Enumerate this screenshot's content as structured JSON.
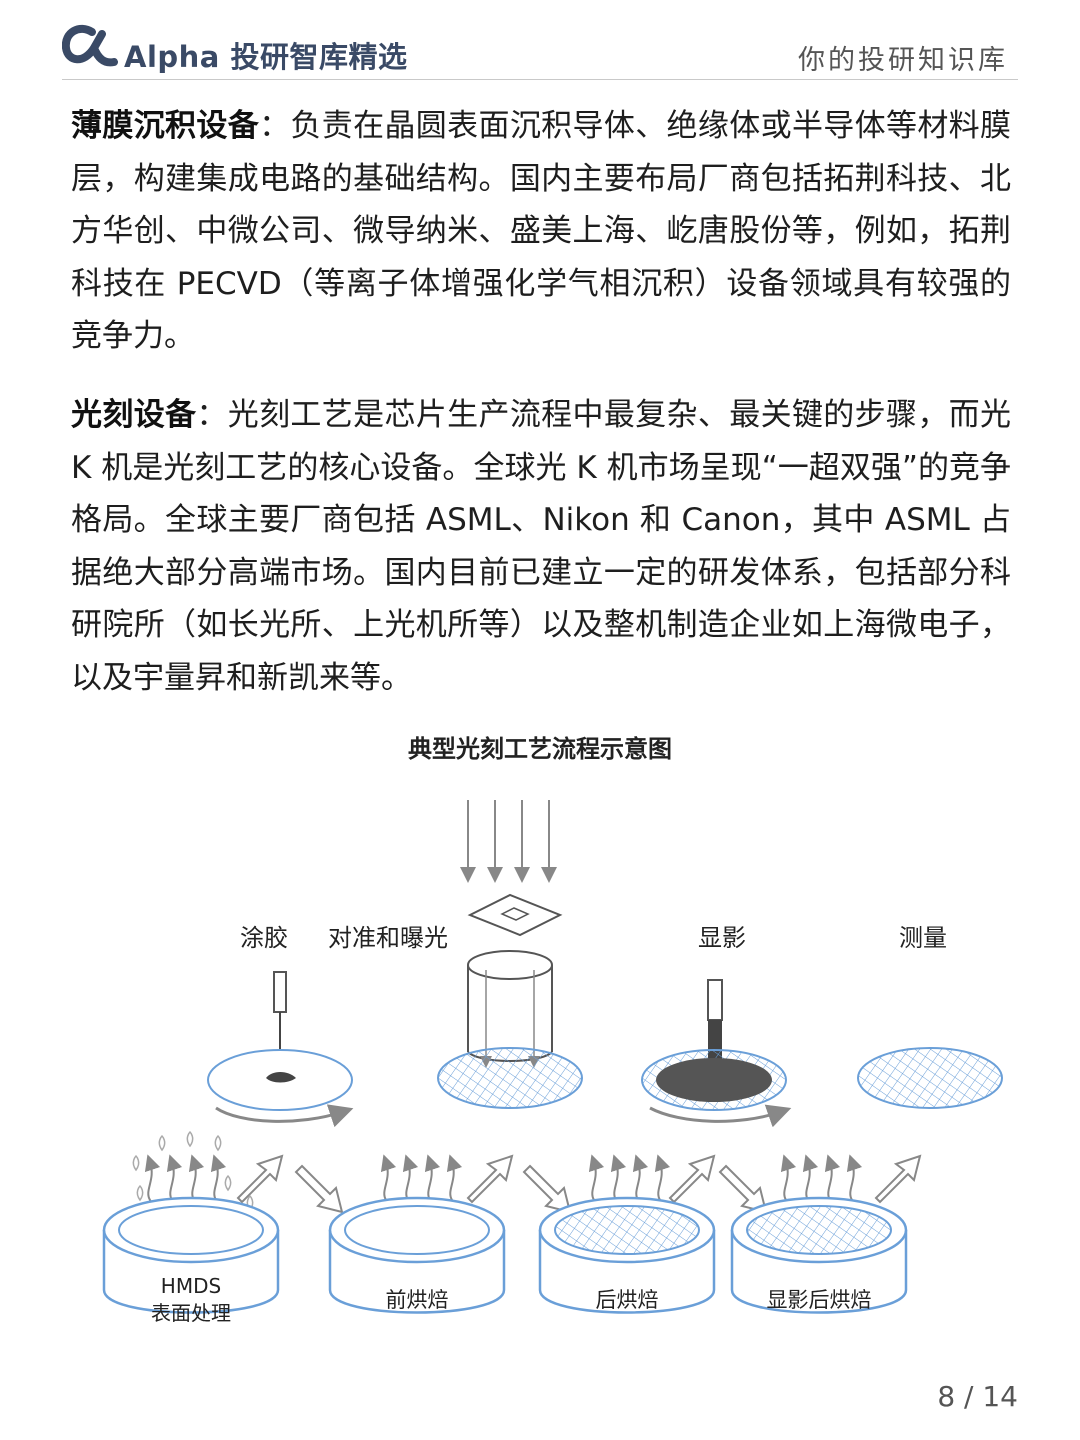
{
  "header": {
    "brand": "Alpha 投研智库精选",
    "tagline": "你的投研知识库",
    "logo_icon": "alpha-logo-icon",
    "accent": "#3a4a66"
  },
  "paragraphs": {
    "p1": {
      "heading": "薄膜沉积设备",
      "body": "：负责在晶圆表面沉积导体、绝缘体或半导体等材料膜层，构建集成电路的基础结构。国内主要布局厂商包括拓荆科技、北方华创、中微公司、微导纳米、盛美上海、屹唐股份等，例如，拓荆科技在 PECVD（等离子体增强化学气相沉积）设备领域具有较强的竞争力。"
    },
    "p2": {
      "heading": "光刻设备",
      "body": "：光刻工艺是芯片生产流程中最复杂、最关键的步骤，而光 K 机是光刻工艺的核心设备。全球光 K 机市场呈现“一超双强”的竞争格局。全球主要厂商包括 ASML、Nikon 和 Canon，其中 ASML 占据绝大部分高端市场。国内目前已建立一定的研发体系，包括部分科研院所（如长光所、上光机所等）以及整机制造企业如上海微电子，以及宇量昇和新凯来等。"
    }
  },
  "figure": {
    "title": "典型光刻工艺流程示意图",
    "top_labels": {
      "coating": "涂胶",
      "align_expose": "对准和曝光",
      "develop": "显影",
      "measure": "测量"
    },
    "bake_labels": {
      "hmds_line1": "HMDS",
      "hmds_line2": "表面处理",
      "pre_bake": "前烘焙",
      "post_bake": "后烘焙",
      "develop_bake": "显影后烘焙"
    },
    "colors": {
      "outline": "#6a9fd8",
      "arrow": "#888888",
      "dark": "#444444"
    }
  },
  "footer": {
    "page": "8 / 14"
  }
}
